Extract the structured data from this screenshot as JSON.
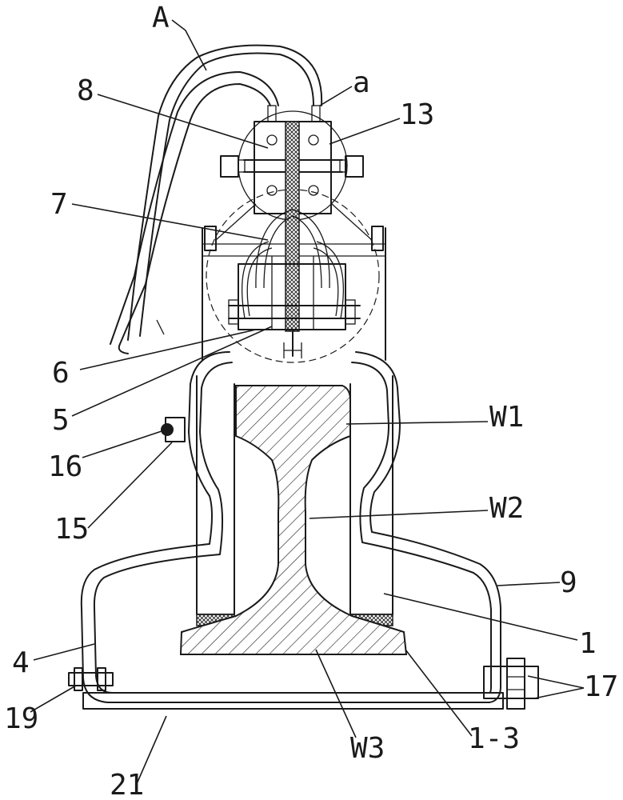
{
  "labels": {
    "A": "A",
    "a": "a",
    "n8": "8",
    "n13": "13",
    "n7": "7",
    "n6": "6",
    "n5": "5",
    "n16": "16",
    "n15": "15",
    "W1": "W1",
    "W2": "W2",
    "n9": "9",
    "n1": "1",
    "n4": "4",
    "n17": "17",
    "n19": "19",
    "n21": "21",
    "W3": "W3",
    "n1_3": "1-3"
  }
}
